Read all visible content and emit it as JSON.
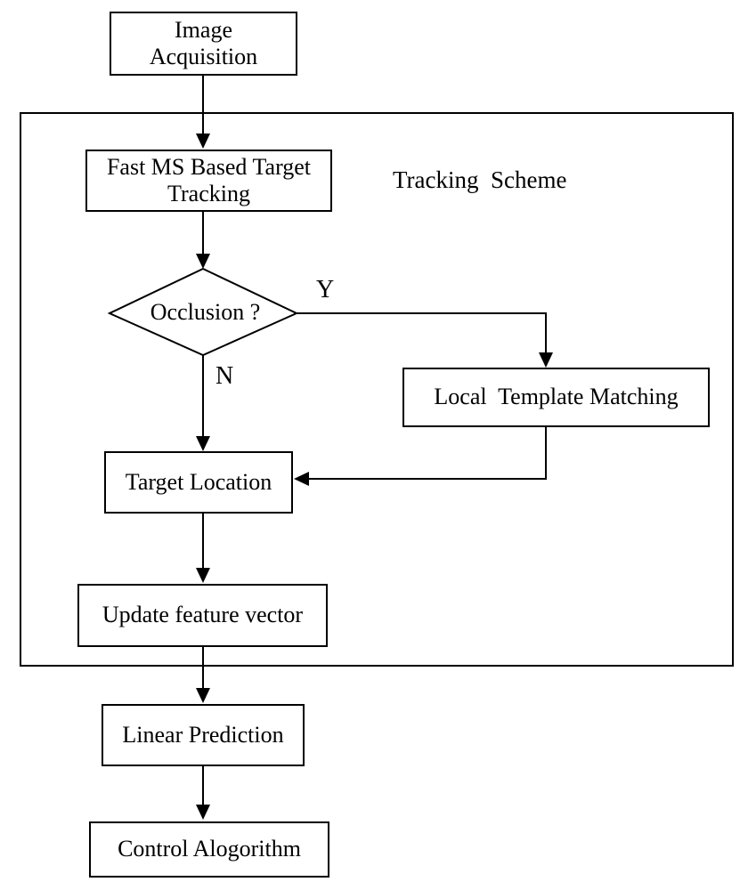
{
  "diagram": {
    "container_label": "Tracking  Scheme",
    "nodes": {
      "image_acquisition": {
        "label": "Image\nAcquisition"
      },
      "fast_ms_tracking": {
        "label": "Fast MS Based Target\nTracking"
      },
      "occlusion_decision": {
        "label": "Occlusion ?"
      },
      "local_template_matching": {
        "label": "Local  Template Matching"
      },
      "target_location": {
        "label": "Target Location"
      },
      "update_feature_vector": {
        "label": "Update feature vector"
      },
      "linear_prediction": {
        "label": "Linear Prediction"
      },
      "control_algorithm": {
        "label": "Control Alogorithm"
      }
    },
    "branch": {
      "yes_label": "Y",
      "no_label": "N"
    },
    "colors": {
      "stroke": "#000000",
      "background": "#ffffff",
      "text": "#000000"
    }
  }
}
